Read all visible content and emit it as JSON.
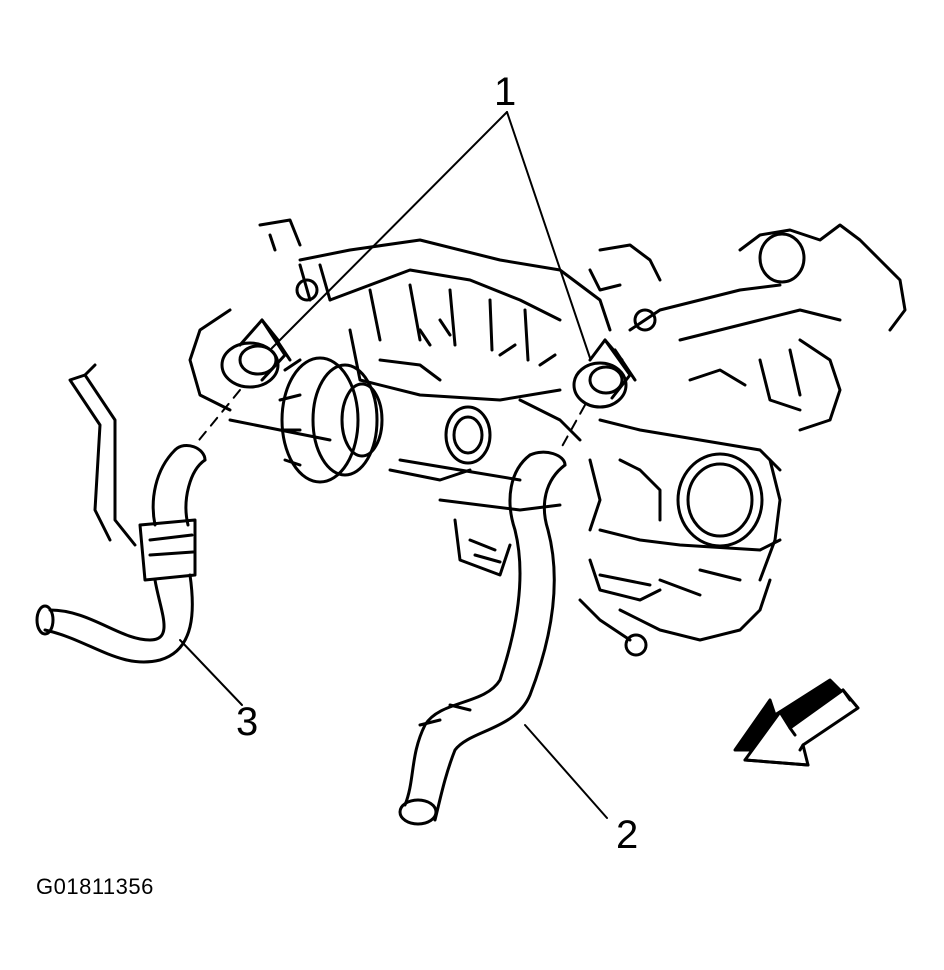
{
  "diagram": {
    "callouts": [
      {
        "id": "1",
        "text": "1",
        "part": "hose-clamp"
      },
      {
        "id": "2",
        "text": "2",
        "part": "heater-hose-inlet"
      },
      {
        "id": "3",
        "text": "3",
        "part": "heater-hose-outlet"
      }
    ],
    "figure_id": "G01811356",
    "colors": {
      "ink": "#000000",
      "paper": "#ffffff"
    }
  }
}
